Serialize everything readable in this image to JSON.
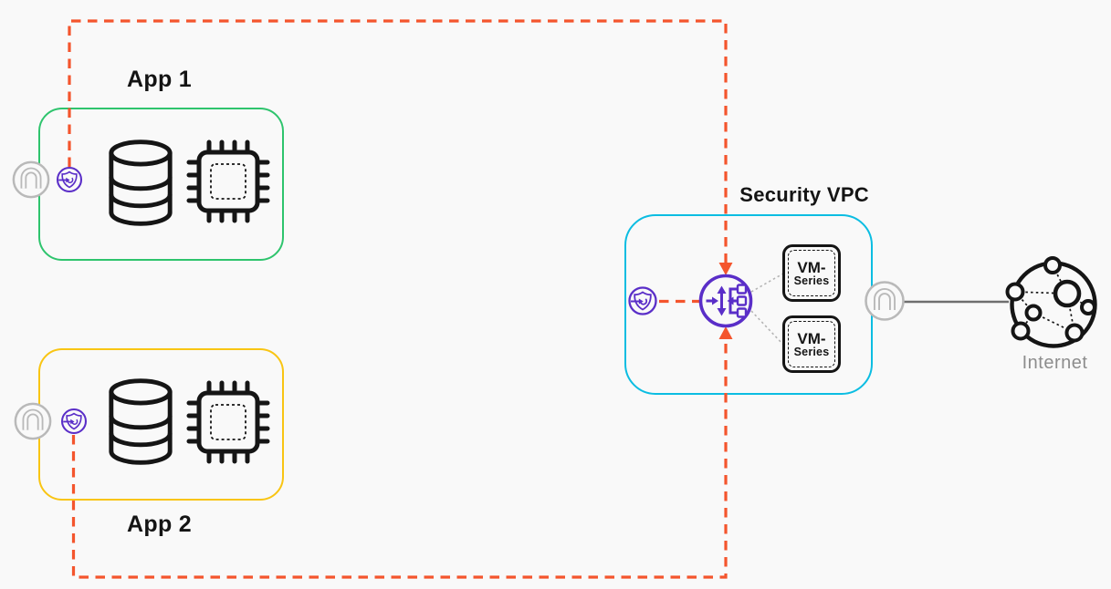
{
  "app1": {
    "label": "App 1"
  },
  "app2": {
    "label": "App 2"
  },
  "security_vpc": {
    "label": "Security VPC",
    "vm_series": [
      {
        "line1": "VM-",
        "line2": "Series"
      },
      {
        "line1": "VM-",
        "line2": "Series"
      }
    ]
  },
  "internet": {
    "label": "Internet"
  },
  "icons": {
    "vpc_endpoint": "gray-circle-with-arch-glyph",
    "gwlb_endpoint": "purple-circle-with-shield-swirl-and-arrow",
    "gateway_load_balancer": "purple-circle-with-updown-arrow-and-three-target-squares",
    "database": "black-outline-cylinder",
    "compute_chip": "chip-with-pins-and-dashed-core",
    "internet_globe": "globe-circle-with-network-nodes"
  },
  "colors": {
    "background": "#f9f9f9",
    "app1_border": "#2ec46d",
    "app2_border": "#f9c513",
    "security_vpc_border": "#0bbde2",
    "dashed_flow": "#f4552d",
    "purple": "#5a2ec8",
    "icon_black": "#151515",
    "endpoint_gray": "#b9b9b9",
    "connector_gray": "#6f6f6f",
    "dotted_gray": "#b5b5b5",
    "label_dark": "#141414",
    "internet_label_gray": "#8d8d8d"
  },
  "flows": [
    {
      "from": "app1-gwlb-endpoint",
      "to": "gateway-load-balancer",
      "style": "orange-dashed-arrow"
    },
    {
      "from": "app2-gwlb-endpoint",
      "to": "gateway-load-balancer",
      "style": "orange-dashed-arrow"
    },
    {
      "from": "security-vpc-gwlb-endpoint",
      "to": "gateway-load-balancer",
      "style": "orange-dashed"
    },
    {
      "from": "gateway-load-balancer",
      "to": "vm-series-1",
      "style": "gray-dotted"
    },
    {
      "from": "gateway-load-balancer",
      "to": "vm-series-2",
      "style": "gray-dotted"
    },
    {
      "from": "security-vpc-endpoint",
      "to": "internet",
      "style": "gray-solid"
    }
  ]
}
